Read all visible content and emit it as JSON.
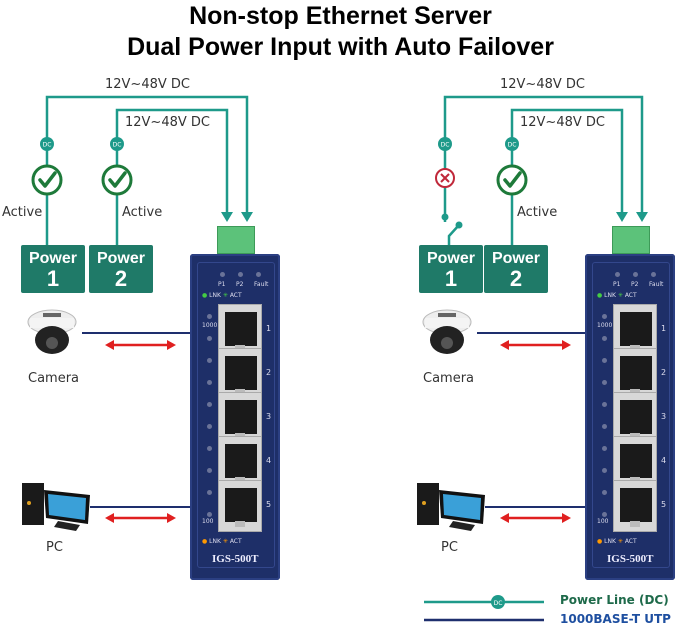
{
  "title": {
    "line1": "Non-stop Ethernet Server",
    "line2": "Dual Power Input with Auto Failover"
  },
  "colors": {
    "power_line": "#1e9a8a",
    "utp_line": "#1e2f6e",
    "active_check": "#1e7a3a",
    "fault_x": "#c0283a",
    "arrow": "#e02020",
    "power_box": "#1f7a68",
    "switch_body": "#1e2f68"
  },
  "scenarios": [
    {
      "voltage_outer": "12V~48V DC",
      "voltage_inner": "12V~48V DC",
      "dc_badge": "DC",
      "power1": {
        "label": "Power",
        "number": "1",
        "status": "Active",
        "icon": "check-circle-icon"
      },
      "power2": {
        "label": "Power",
        "number": "2",
        "status": "Active",
        "icon": "check-circle-icon"
      },
      "devices": [
        {
          "label": "Camera",
          "icon": "dome-camera-icon"
        },
        {
          "label": "PC",
          "icon": "desktop-pc-icon"
        }
      ],
      "switch": {
        "model": "IGS-500T",
        "leds": [
          "P1",
          "P2",
          "Fault"
        ],
        "link_top": "LNK",
        "act_top": "ACT",
        "speed_top": "1000",
        "speed_bottom": "100",
        "link_bottom": "LNK",
        "act_bottom": "ACT",
        "ports": [
          "1",
          "2",
          "3",
          "4",
          "5"
        ]
      }
    },
    {
      "voltage_outer": "12V~48V DC",
      "voltage_inner": "12V~48V DC",
      "dc_badge": "DC",
      "power1": {
        "label": "Power",
        "number": "1",
        "status": "",
        "icon": "x-circle-icon"
      },
      "power2": {
        "label": "Power",
        "number": "2",
        "status": "Active",
        "icon": "check-circle-icon"
      },
      "devices": [
        {
          "label": "Camera",
          "icon": "dome-camera-icon"
        },
        {
          "label": "PC",
          "icon": "desktop-pc-icon"
        }
      ],
      "switch": {
        "model": "IGS-500T",
        "leds": [
          "P1",
          "P2",
          "Fault"
        ],
        "link_top": "LNK",
        "act_top": "ACT",
        "speed_top": "1000",
        "speed_bottom": "100",
        "link_bottom": "LNK",
        "act_bottom": "ACT",
        "ports": [
          "1",
          "2",
          "3",
          "4",
          "5"
        ]
      }
    }
  ],
  "legend": {
    "power_line": "Power Line (DC)",
    "utp": "1000BASE-T UTP",
    "dc_badge": "DC"
  }
}
